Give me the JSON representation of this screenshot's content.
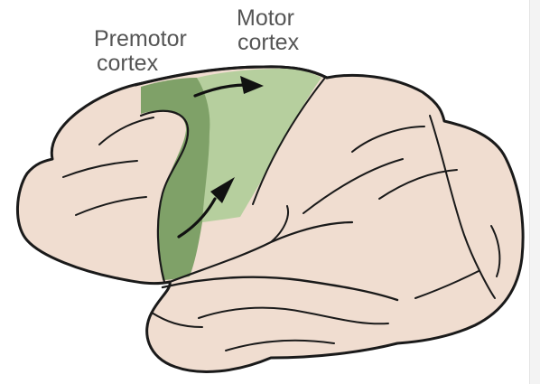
{
  "labels": {
    "premotor": [
      "Premotor",
      "cortex"
    ],
    "motor": [
      "Motor",
      "cortex"
    ]
  },
  "colors": {
    "brain_fill": "#f0ddd0",
    "outline": "#1a1a1a",
    "premotor_fill": "#7fa168",
    "motor_fill": "#b6cf9e",
    "arrow": "#111111",
    "label_text": "#555555"
  }
}
